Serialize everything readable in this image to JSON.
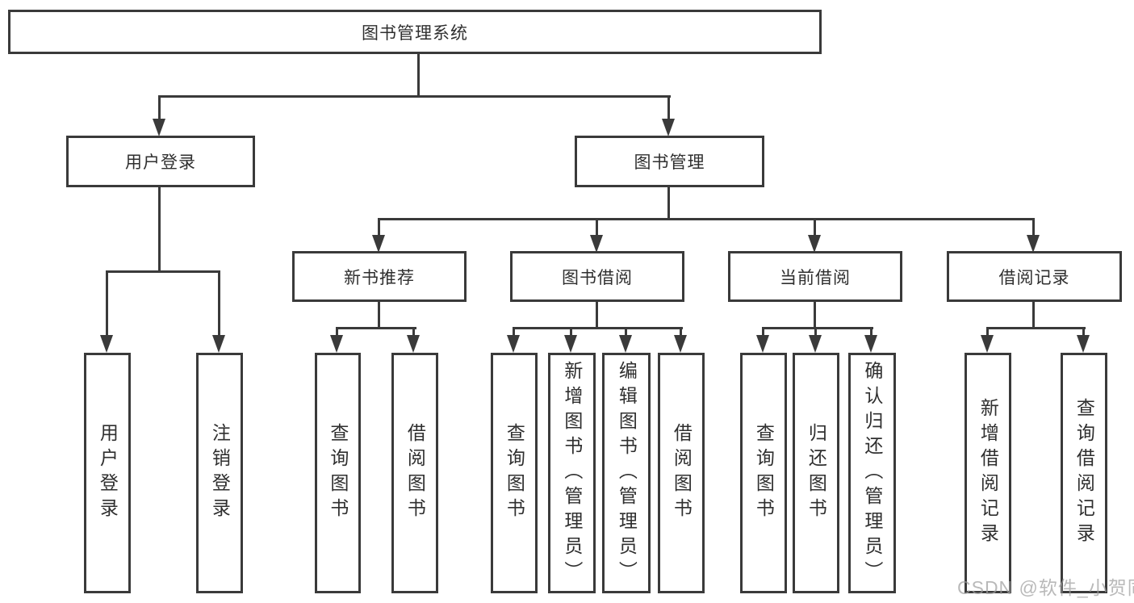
{
  "tree": {
    "label": "图书管理系统",
    "children": [
      {
        "label": "用户登录",
        "children": [
          {
            "label": "用户登录"
          },
          {
            "label": "注销登录"
          }
        ]
      },
      {
        "label": "图书管理",
        "children": [
          {
            "label": "新书推荐",
            "children": [
              {
                "label": "查询图书"
              },
              {
                "label": "借阅图书"
              }
            ]
          },
          {
            "label": "图书借阅",
            "children": [
              {
                "label": "查询图书"
              },
              {
                "label": "新增图书（管理员）"
              },
              {
                "label": "编辑图书（管理员）"
              },
              {
                "label": "借阅图书"
              }
            ]
          },
          {
            "label": "当前借阅",
            "children": [
              {
                "label": "查询图书"
              },
              {
                "label": "归还图书"
              },
              {
                "label": "确认归还（管理员）"
              }
            ]
          },
          {
            "label": "借阅记录",
            "children": [
              {
                "label": "新增借阅记录"
              },
              {
                "label": "查询借阅记录"
              }
            ]
          }
        ]
      }
    ]
  },
  "watermark": "CSDN @软件_小贺同学",
  "colors": {
    "line": "#3a3a3a",
    "text": "#2f2f2f",
    "watermark": "#9f9f9f",
    "background": "#ffffff"
  }
}
